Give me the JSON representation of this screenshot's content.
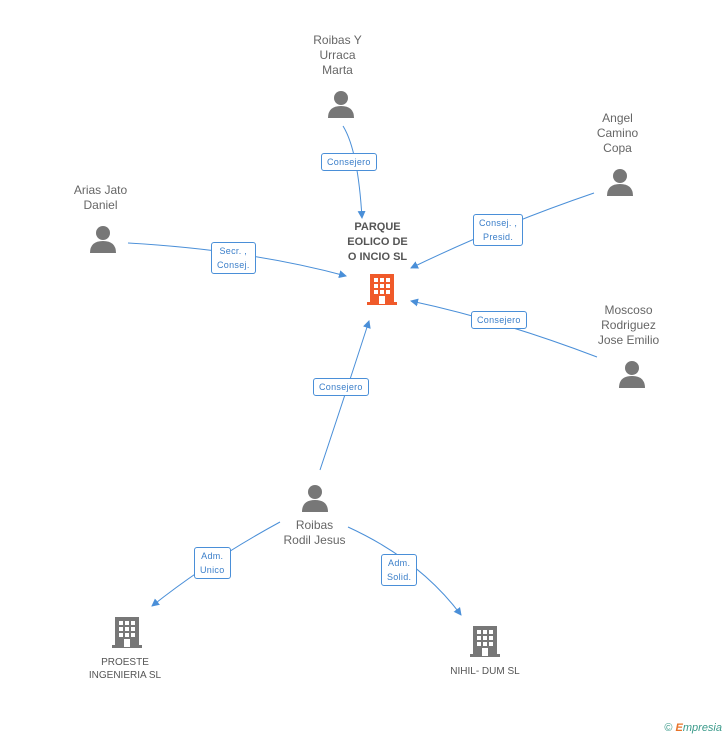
{
  "center": {
    "name": "PARQUE\nEOLICO DE\nO INCIO SL",
    "color": "#f05a2a"
  },
  "people": [
    {
      "id": "roibas-urraca",
      "name": "Roibas Y\nUrraca\nMarta"
    },
    {
      "id": "angel-camino",
      "name": "Angel\nCamino\nCopa"
    },
    {
      "id": "arias-jato",
      "name": "Arias Jato\nDaniel"
    },
    {
      "id": "moscoso",
      "name": "Moscoso\nRodriguez\nJose Emilio"
    },
    {
      "id": "roibas-rodil",
      "name": "Roibas\nRodil Jesus"
    }
  ],
  "companies": [
    {
      "id": "proeste",
      "name": "PROESTE\nINGENIERIA SL"
    },
    {
      "id": "nihil-dum",
      "name": "NIHIL- DUM SL"
    }
  ],
  "edges": [
    {
      "id": "e1",
      "label": "Consejero"
    },
    {
      "id": "e2",
      "label": "Consej. ,\nPresid."
    },
    {
      "id": "e3",
      "label": "Secr. ,\nConsej."
    },
    {
      "id": "e4",
      "label": "Consejero"
    },
    {
      "id": "e5",
      "label": "Consejero"
    },
    {
      "id": "e6",
      "label": "Adm.\nUnico"
    },
    {
      "id": "e7",
      "label": "Adm.\nSolid."
    }
  ],
  "colors": {
    "edge": "#4a8fd8",
    "person_icon": "#777777",
    "company_icon": "#777777"
  },
  "credit": {
    "symbol": "©",
    "brand_first": "E",
    "brand_rest": "mpresia"
  }
}
